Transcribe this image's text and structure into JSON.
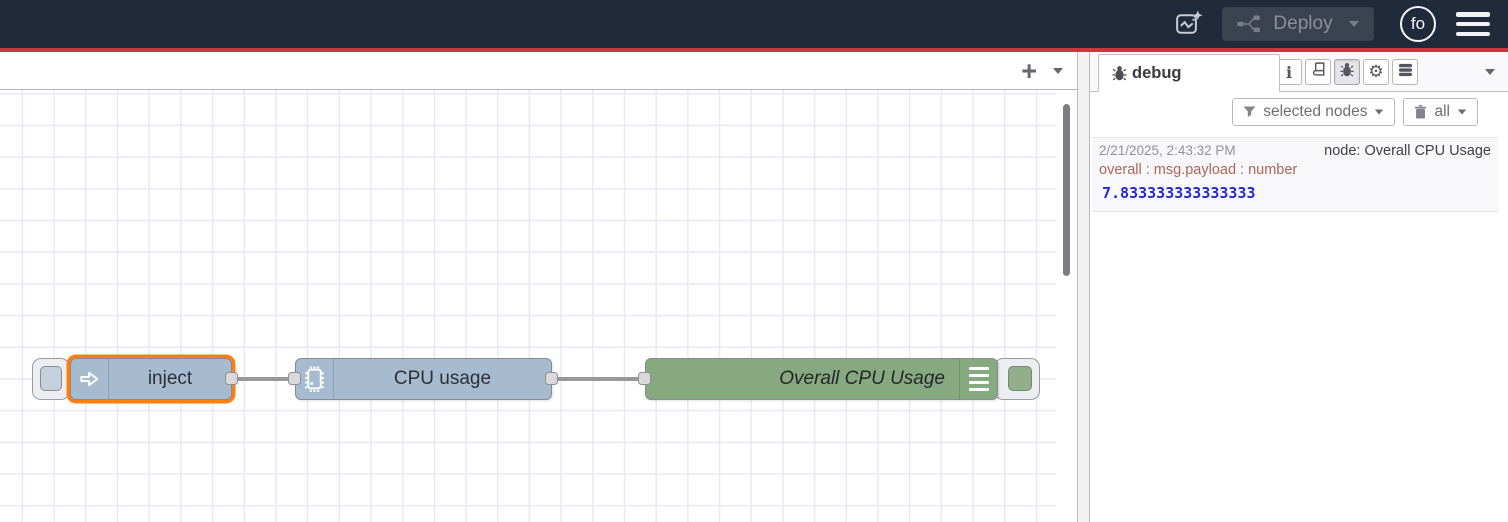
{
  "header": {
    "deploy_label": "Deploy",
    "avatar_label": "fo"
  },
  "flow": {
    "nodes": [
      {
        "id": "inject",
        "type": "inject",
        "label": "inject",
        "color": "#a6bbcf",
        "selected": true
      },
      {
        "id": "cpu",
        "type": "cpu",
        "label": "CPU usage",
        "color": "#a6bbcf",
        "selected": false
      },
      {
        "id": "debug",
        "type": "debug",
        "label": "Overall CPU Usage",
        "color": "#87a980",
        "selected": false
      }
    ],
    "selection_color": "#ff7f0e",
    "wire_color": "#999999"
  },
  "sidebar": {
    "tab_label": "debug",
    "filter_label": "selected nodes",
    "clear_label": "all",
    "message": {
      "timestamp": "2/21/2025, 2:43:32 PM",
      "source": "node: Overall CPU Usage",
      "property": "overall : msg.payload : number",
      "value": "7.833333333333333"
    }
  },
  "icons": {
    "plus_glyph": "+",
    "info_glyph": "i",
    "gear_glyph": "⚙"
  },
  "colors": {
    "header_bg": "#202a3b",
    "accent_red": "#c5383b",
    "inject_node": "#a6bbcf",
    "debug_node": "#87a980",
    "msg_property": "#aa6656",
    "msg_value": "#2626d2"
  }
}
